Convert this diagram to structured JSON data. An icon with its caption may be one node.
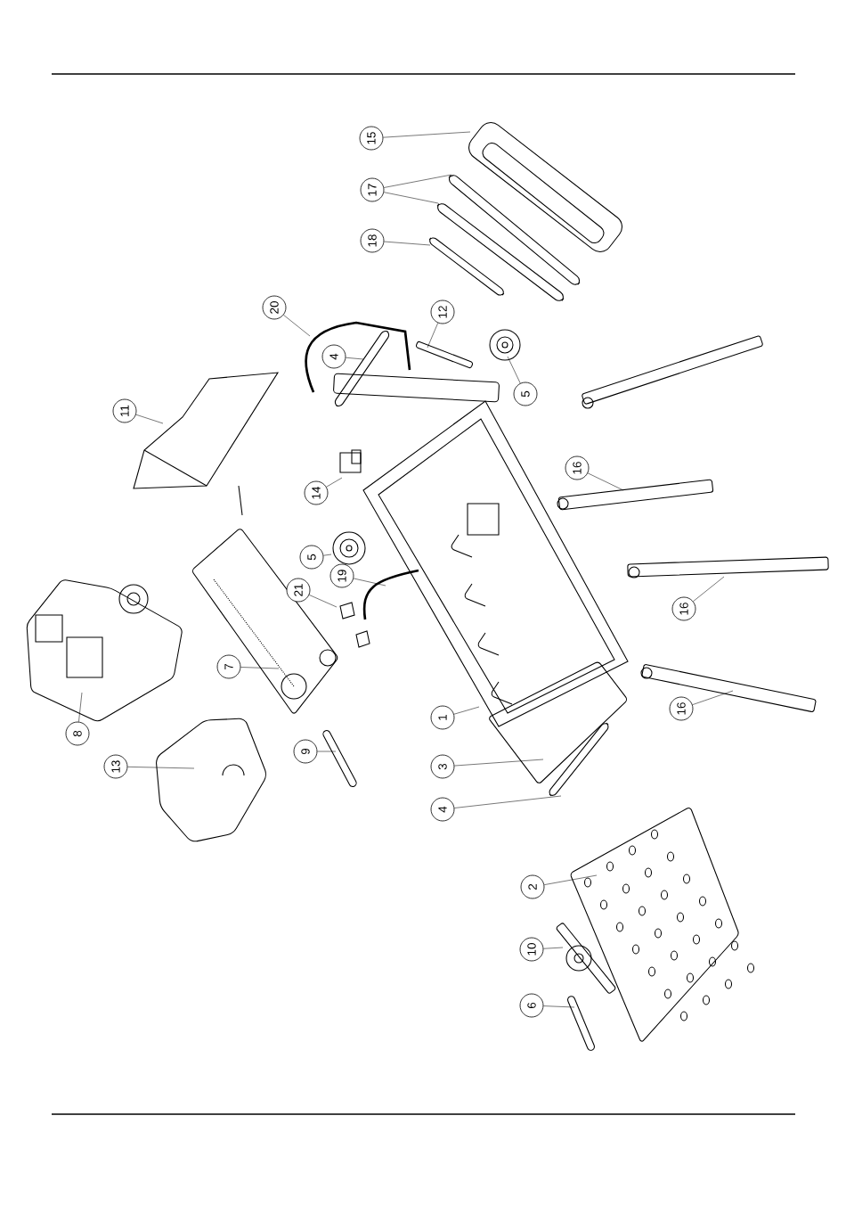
{
  "diagram": {
    "nodes": [
      {
        "text": [
          "15"
        ]
      },
      {
        "text": [
          "17"
        ]
      },
      {
        "text": [
          "18"
        ]
      },
      {
        "text": [
          "20"
        ]
      },
      {
        "text": [
          "12"
        ]
      },
      {
        "text": [
          "4"
        ]
      },
      {
        "text": [
          "5"
        ]
      },
      {
        "text": [
          "11"
        ]
      },
      {
        "text": [
          "16"
        ]
      },
      {
        "text": [
          "14"
        ]
      },
      {
        "text": [
          "5"
        ]
      },
      {
        "text": [
          "19"
        ]
      },
      {
        "text": [
          "21"
        ]
      },
      {
        "text": [
          "16"
        ]
      },
      {
        "text": [
          "7"
        ]
      },
      {
        "text": [
          "16"
        ]
      },
      {
        "text": [
          "1"
        ]
      },
      {
        "text": [
          "8"
        ]
      },
      {
        "text": [
          "9"
        ]
      },
      {
        "text": [
          "3"
        ]
      },
      {
        "text": [
          "13"
        ]
      },
      {
        "text": [
          "4"
        ]
      },
      {
        "text": [
          "2"
        ]
      },
      {
        "text": [
          "10"
        ]
      },
      {
        "text": [
          "6"
        ]
      }
    ],
    "edges": [
      {
        "from": 0,
        "to": null,
        "arrow": "none"
      },
      {
        "from": 1,
        "to": null,
        "arrow": "none"
      },
      {
        "from": 1,
        "to": null,
        "arrow": "none"
      },
      {
        "from": 2,
        "to": null,
        "arrow": "none"
      },
      {
        "from": 3,
        "to": null,
        "arrow": "none"
      },
      {
        "from": 4,
        "to": null,
        "arrow": "none"
      },
      {
        "from": 5,
        "to": null,
        "arrow": "none"
      },
      {
        "from": 6,
        "to": null,
        "arrow": "none"
      },
      {
        "from": 7,
        "to": null,
        "arrow": "none"
      },
      {
        "from": 8,
        "to": null,
        "arrow": "none"
      },
      {
        "from": 9,
        "to": null,
        "arrow": "none"
      },
      {
        "from": 10,
        "to": null,
        "arrow": "none"
      },
      {
        "from": 11,
        "to": null,
        "arrow": "none"
      },
      {
        "from": 12,
        "to": null,
        "arrow": "none"
      },
      {
        "from": 13,
        "to": null,
        "arrow": "none"
      },
      {
        "from": 14,
        "to": null,
        "arrow": "none"
      },
      {
        "from": 15,
        "to": null,
        "arrow": "none"
      },
      {
        "from": 16,
        "to": null,
        "arrow": "none"
      },
      {
        "from": 17,
        "to": null,
        "arrow": "none"
      },
      {
        "from": 18,
        "to": null,
        "arrow": "none"
      },
      {
        "from": 19,
        "to": null,
        "arrow": "none"
      },
      {
        "from": 20,
        "to": null,
        "arrow": "none"
      },
      {
        "from": 21,
        "to": null,
        "arrow": "none"
      },
      {
        "from": 22,
        "to": null,
        "arrow": "none"
      },
      {
        "from": 23,
        "to": null,
        "arrow": "none"
      },
      {
        "from": 24,
        "to": null,
        "arrow": "none"
      }
    ]
  }
}
